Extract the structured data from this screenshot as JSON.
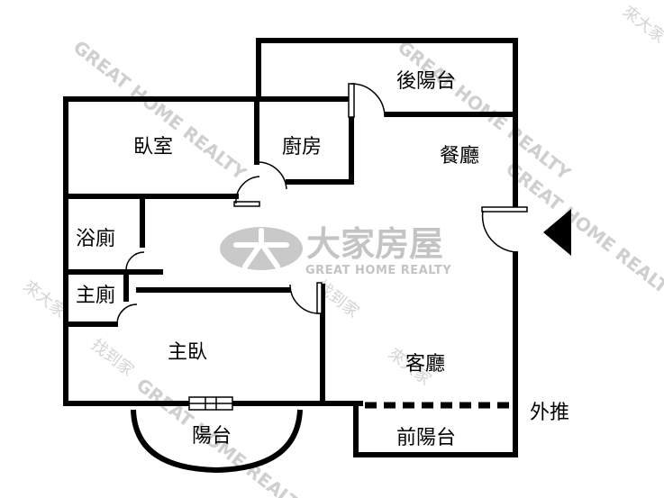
{
  "rooms": {
    "rear_balcony": "後陽台",
    "bedroom": "臥室",
    "kitchen": "廚房",
    "dining": "餐廳",
    "bath": "浴廁",
    "master_bath": "主廁",
    "master_bedroom": "主臥",
    "living": "客廳",
    "balcony": "陽台",
    "front_balcony": "前陽台",
    "push_out": "外推"
  },
  "watermark": {
    "logo_cn": "大家房屋",
    "logo_en": "GREAT HOME REALTY",
    "diag_en": "GREAT HOME REALTY",
    "diag_cn": "找到家",
    "diag_cn2": "來大家"
  },
  "icons": {
    "entrance": "entrance-arrow-icon",
    "logo": "logo-mark-icon"
  },
  "colors": {
    "wall": "#000000",
    "watermark": "#c4c4c4"
  }
}
